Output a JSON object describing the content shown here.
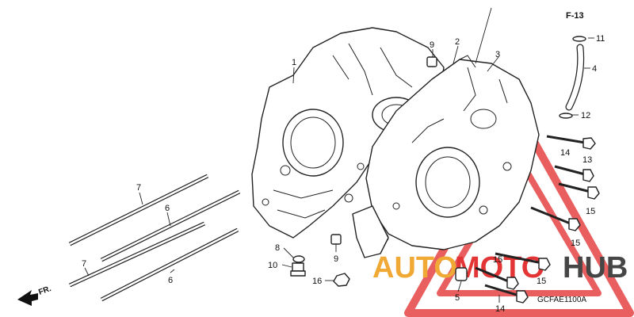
{
  "ref_box": "F-13",
  "diagram_code": "GCFAE1100A",
  "front_marker": "FR.",
  "watermark": {
    "part1": "AUTO",
    "part2": "MOTO",
    "part3": "HUB",
    "color_red": "#e02020",
    "color_orange": "#f0a020",
    "color_dark": "#333333"
  },
  "labels": [
    {
      "id": "1",
      "text": "1"
    },
    {
      "id": "2",
      "text": "2"
    },
    {
      "id": "3",
      "text": "3"
    },
    {
      "id": "4",
      "text": "4"
    },
    {
      "id": "5",
      "text": "5"
    },
    {
      "id": "6a",
      "text": "6"
    },
    {
      "id": "6b",
      "text": "6"
    },
    {
      "id": "7a",
      "text": "7"
    },
    {
      "id": "7b",
      "text": "7"
    },
    {
      "id": "8",
      "text": "8"
    },
    {
      "id": "9a",
      "text": "9"
    },
    {
      "id": "9b",
      "text": "9"
    },
    {
      "id": "10",
      "text": "10"
    },
    {
      "id": "11",
      "text": "11"
    },
    {
      "id": "12",
      "text": "12"
    },
    {
      "id": "13",
      "text": "13"
    },
    {
      "id": "14a",
      "text": "14"
    },
    {
      "id": "14b",
      "text": "14"
    },
    {
      "id": "15a",
      "text": "15"
    },
    {
      "id": "15b",
      "text": "15"
    },
    {
      "id": "15c",
      "text": "15"
    },
    {
      "id": "15d",
      "text": "15"
    },
    {
      "id": "16",
      "text": "16"
    }
  ]
}
